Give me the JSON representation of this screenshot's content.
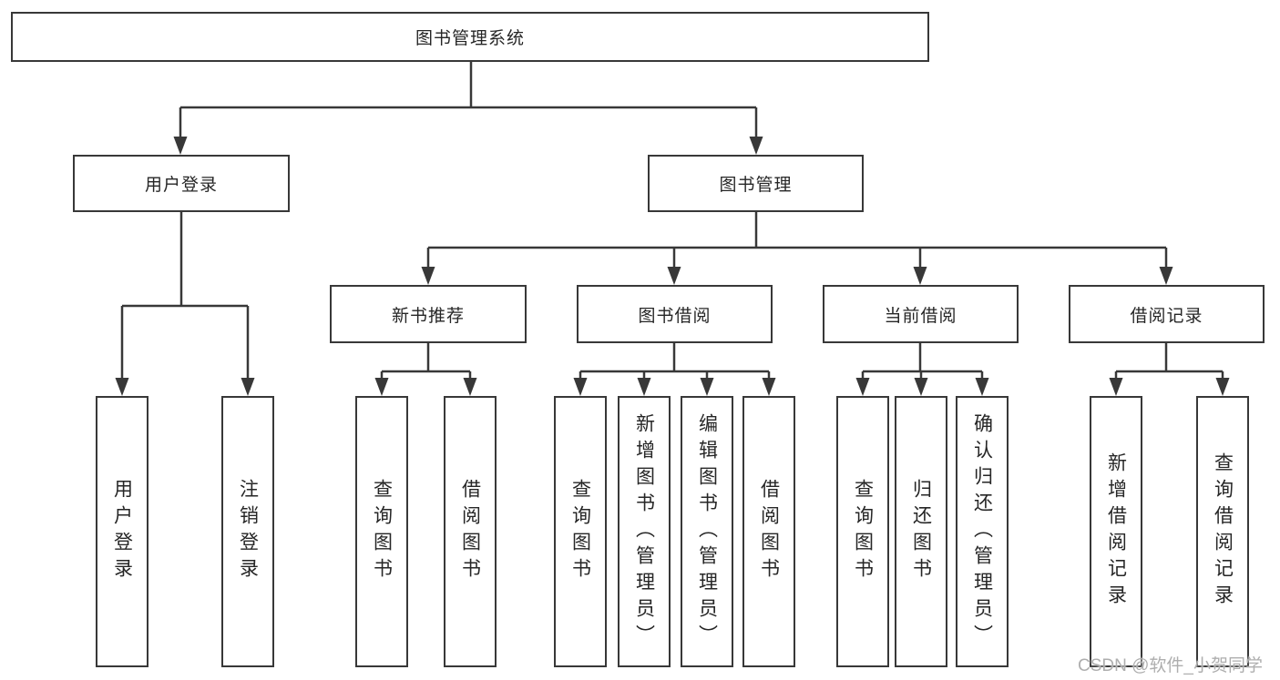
{
  "colors": {
    "line": "#383838",
    "text": "#262626",
    "background": "#ffffff",
    "watermark": "#aeaeae"
  },
  "watermark": "CSDN @软件_小贺同学",
  "tree": {
    "root": {
      "label": "图书管理系统"
    },
    "branches": [
      {
        "label": "用户登录",
        "children": [
          "用户登录",
          "注销登录"
        ]
      },
      {
        "label": "图书管理",
        "sections": [
          {
            "label": "新书推荐",
            "children": [
              "查询图书",
              "借阅图书"
            ]
          },
          {
            "label": "图书借阅",
            "children": [
              "查询图书",
              "新增图书（管理员）",
              "编辑图书（管理员）",
              "借阅图书"
            ]
          },
          {
            "label": "当前借阅",
            "children": [
              "查询图书",
              "归还图书",
              "确认归还（管理员）"
            ]
          },
          {
            "label": "借阅记录",
            "children": [
              "新增借阅记录",
              "查询借阅记录"
            ]
          }
        ]
      }
    ]
  }
}
